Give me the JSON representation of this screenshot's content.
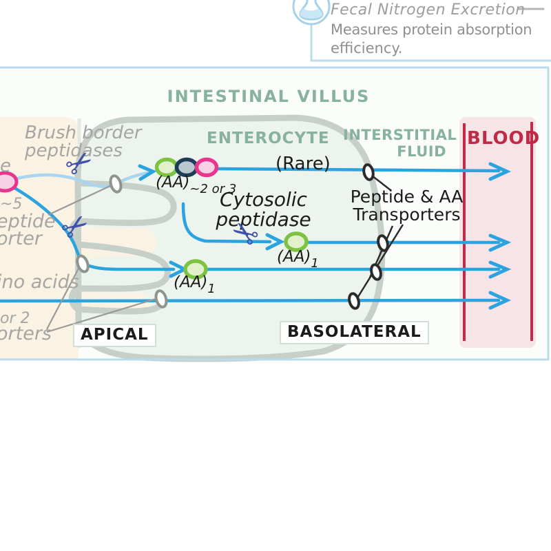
{
  "note": {
    "icon": "flask-icon",
    "title": "Fecal Nitrogen Excretion",
    "line1": "Measures protein absorption",
    "line2": "efficiency."
  },
  "diagram": {
    "title": "INTESTINAL VILLUS",
    "regions": {
      "enterocyte": "ENTEROCYTE",
      "interstitial_line1": "INTERSTITIAL",
      "interstitial_line2": "FLUID",
      "blood": "BLOOD",
      "apical": "APICAL",
      "basolateral": "BASOLATERAL"
    },
    "labels": {
      "brush_border_line1": "Brush border",
      "brush_border_line2": "peptidases",
      "rare": "(Rare)",
      "cytosolic_line1": "Cytosolic",
      "cytosolic_line2": "peptidase",
      "transporters_line1": "Peptide & AA",
      "transporters_line2": "Transporters"
    },
    "molecules": {
      "peptide_chain_label": {
        "main": "(AA)",
        "sub": "~2 or 3"
      },
      "aa_single_upper_label": {
        "main": "(AA)",
        "sub": "1"
      },
      "aa_single_lower_label": {
        "main": "(AA)",
        "sub": "1"
      }
    },
    "left_edge_fragments": {
      "f1": "e",
      "f2": "~5",
      "f3": "eptide",
      "f4": "orter",
      "f5": "ino acids",
      "f6": "or 2",
      "f7": "orters"
    },
    "icons": {
      "scissors": "scissors-icon",
      "transporter_apical": "oval-transporter-icon",
      "transporter_basolateral": "oval-transporter-icon"
    }
  },
  "colors": {
    "sage_green": "#87b1a0",
    "blood_red": "#bf2b47",
    "blood_pink_fill": "#f6e4e6",
    "arrow_blue": "#2ba3df",
    "arrow_light_blue": "#a9d6ee",
    "membrane_gray": "#c7cfc9",
    "lumen_cream": "#faf3e4",
    "gray_label": "#a5a5a3",
    "scissors_blue": "#3f51a8",
    "bead_green": "#7dc242",
    "bead_navy": "#1d3c55",
    "bead_pink": "#e8368f",
    "frame_blue": "#b9dbec"
  }
}
